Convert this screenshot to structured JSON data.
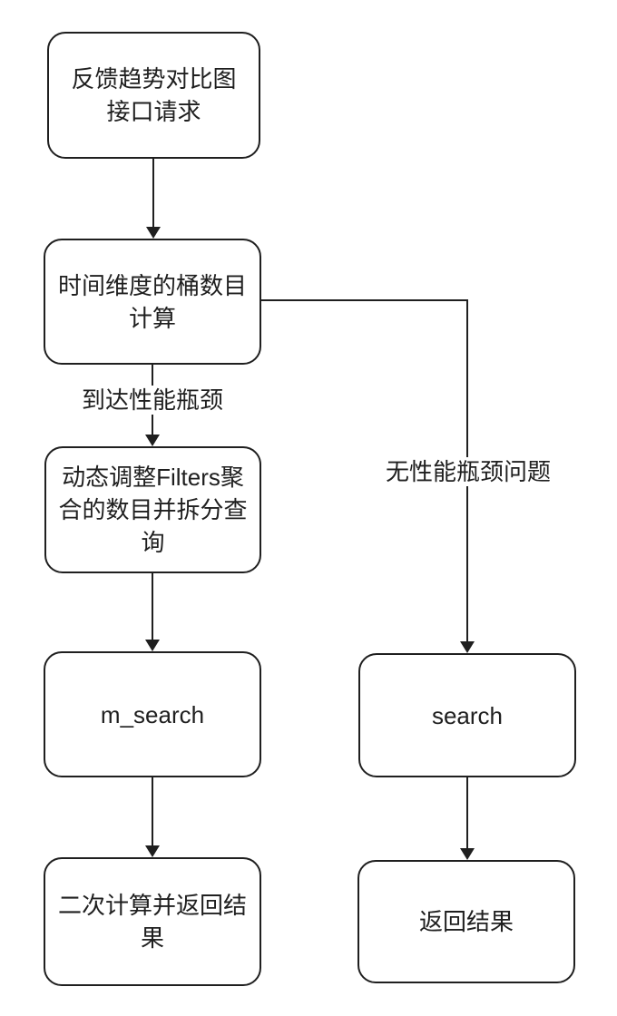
{
  "diagram": {
    "type": "flowchart",
    "background_color": "#ffffff",
    "stroke_color": "#1f1f1f",
    "text_color": "#1f1f1f",
    "nodes": [
      {
        "id": "feedback-request",
        "label": "反馈趋势对比图接口请求"
      },
      {
        "id": "bucket-calc",
        "label": "时间维度的桶数目计算"
      },
      {
        "id": "adjust-filters",
        "label": "动态调整Filters聚合的数目并拆分查询"
      },
      {
        "id": "m-search",
        "label": "m_search"
      },
      {
        "id": "secondary-calc",
        "label": "二次计算并返回结果"
      },
      {
        "id": "search",
        "label": "search"
      },
      {
        "id": "return-result",
        "label": "返回结果"
      }
    ],
    "edges": [
      {
        "from": "feedback-request",
        "to": "bucket-calc",
        "label": ""
      },
      {
        "from": "bucket-calc",
        "to": "adjust-filters",
        "label": "到达性能瓶颈"
      },
      {
        "from": "adjust-filters",
        "to": "m-search",
        "label": ""
      },
      {
        "from": "m-search",
        "to": "secondary-calc",
        "label": ""
      },
      {
        "from": "bucket-calc",
        "to": "search",
        "label": "无性能瓶颈问题"
      },
      {
        "from": "search",
        "to": "return-result",
        "label": ""
      }
    ]
  }
}
